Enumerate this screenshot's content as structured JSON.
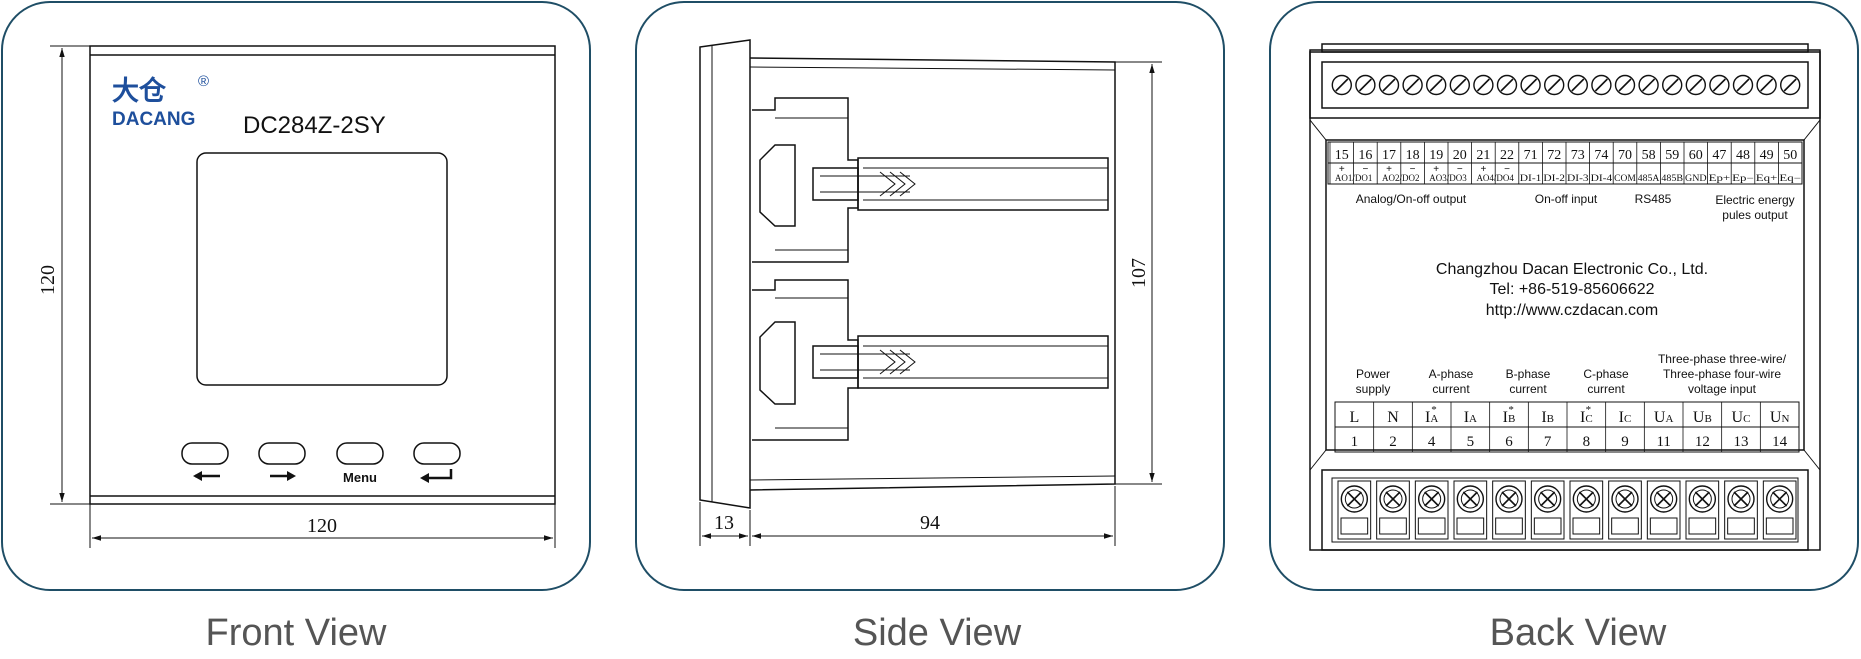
{
  "colors": {
    "panel_border": "#1f4e66",
    "logo_blue": "#1e4f9c",
    "caption": "#555555",
    "line": "#111111"
  },
  "front": {
    "caption": "Front View",
    "logo_cn": "大仓",
    "logo_reg": "®",
    "logo_en": "DACANG",
    "model": "DC284Z-2SY",
    "dim_height": "120",
    "dim_width": "120",
    "menu_label": "Menu"
  },
  "side": {
    "caption": "Side View",
    "dim_13": "13",
    "dim_94": "94",
    "dim_107": "107"
  },
  "back": {
    "caption": "Back View",
    "top_numbers": [
      "15",
      "16",
      "17",
      "18",
      "19",
      "20",
      "21",
      "22",
      "71",
      "72",
      "73",
      "74",
      "70",
      "58",
      "59",
      "60",
      "47",
      "48",
      "49",
      "50"
    ],
    "top_signals": [
      "AO1/DO1",
      "AO2/DO2",
      "AO3/DO3",
      "AO4/DO4",
      "DI-1",
      "DI-2",
      "DI-3",
      "DI-4",
      "COM",
      "485A",
      "485B",
      "GND",
      "Ep+",
      "Ep−",
      "Eq+",
      "Eq−"
    ],
    "top_plus_minus": [
      "+",
      "−",
      "+",
      "−",
      "+",
      "−",
      "+",
      "−"
    ],
    "group_top": {
      "analog": "Analog/On-off output",
      "onoff": "On-off input",
      "rs485": "RS485",
      "energy_1": "Electric energy",
      "energy_2": "pules output"
    },
    "company": "Changzhou Dacan Electronic Co., Ltd.",
    "tel": "Tel: +86-519-85606622",
    "web": "http://www.czdacan.com",
    "group_bottom": {
      "power_1": "Power",
      "power_2": "supply",
      "a_1": "A-phase",
      "a_2": "current",
      "b_1": "B-phase",
      "b_2": "current",
      "c_1": "C-phase",
      "c_2": "current",
      "v_1": "Three-phase three-wire/",
      "v_2": "Three-phase four-wire",
      "v_3": "voltage input"
    },
    "bottom_labels": [
      "L",
      "N",
      "IA*",
      "IA",
      "IB*",
      "IB",
      "IC*",
      "IC",
      "UA",
      "UB",
      "UC",
      "UN"
    ],
    "bottom_numbers": [
      "1",
      "2",
      "4",
      "5",
      "6",
      "7",
      "8",
      "9",
      "11",
      "12",
      "13",
      "14"
    ]
  }
}
